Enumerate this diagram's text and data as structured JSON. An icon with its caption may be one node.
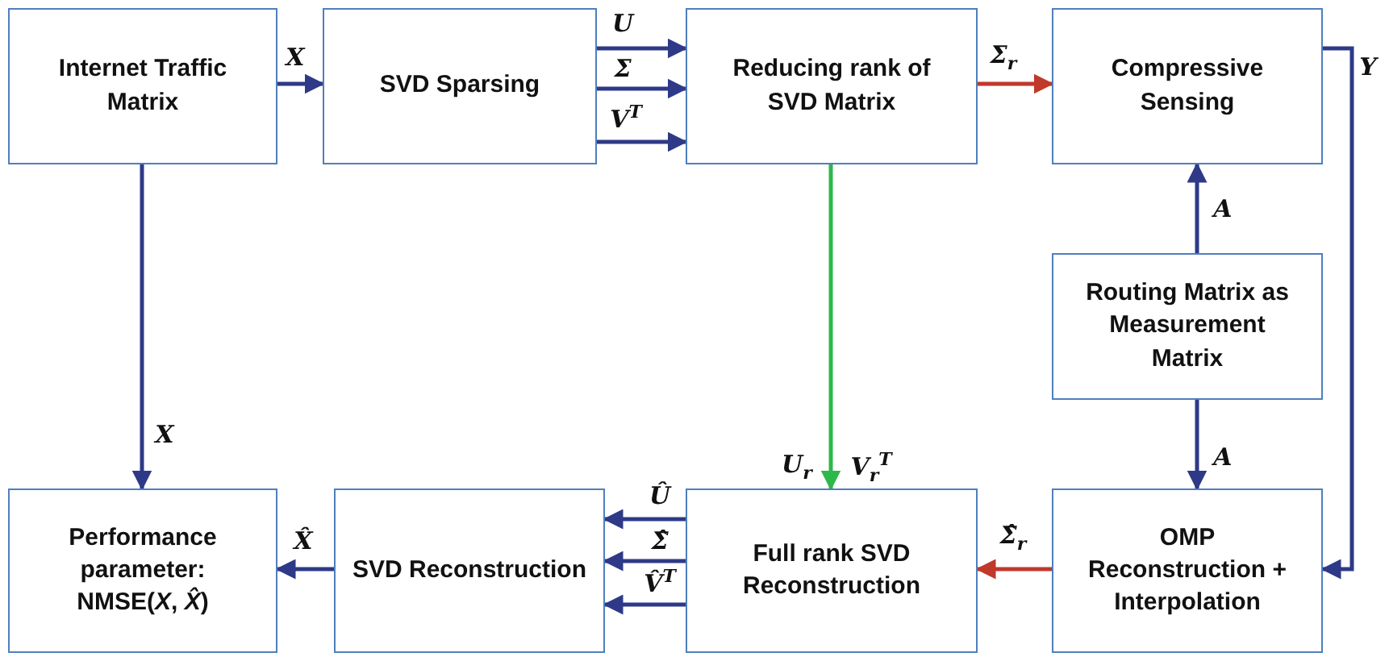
{
  "diagram": {
    "nodes": [
      {
        "text": [
          "Internet Traffic Matrix"
        ]
      },
      {
        "text": [
          "SVD Sparsing"
        ]
      },
      {
        "text": [
          "Reducing rank of SVD Matrix"
        ]
      },
      {
        "text": [
          "Compressive Sensing"
        ]
      },
      {
        "text": [
          "Routing Matrix as Measurement Matrix"
        ]
      },
      {
        "text": [
          "Performance parameter: NMSE(*X*, *X̂*)"
        ]
      },
      {
        "text": [
          "SVD Reconstruction"
        ]
      },
      {
        "text": [
          "Full rank SVD Reconstruction"
        ]
      },
      {
        "text": [
          "OMP Reconstruction + Interpolation"
        ]
      }
    ],
    "edges": [
      {
        "from": 0,
        "to": 1,
        "arrow": "to",
        "label": "X"
      },
      {
        "from": 1,
        "to": 2,
        "arrow": "to",
        "label": "U"
      },
      {
        "from": 1,
        "to": 2,
        "arrow": "to",
        "label": "Σ"
      },
      {
        "from": 1,
        "to": 2,
        "arrow": "to",
        "label": "V$^{T}$"
      },
      {
        "from": 2,
        "to": 3,
        "arrow": "to",
        "label": "Σ$_{r}$",
        "color": "#c0392b"
      },
      {
        "from": 3,
        "to": 8,
        "arrow": "to",
        "label": "Y"
      },
      {
        "from": 4,
        "to": 3,
        "arrow": "to",
        "label": "A"
      },
      {
        "from": 4,
        "to": 8,
        "arrow": "to",
        "label": "A"
      },
      {
        "from": 2,
        "to": 7,
        "arrow": "to",
        "color": "#2eb84a"
      },
      {
        "from": 0,
        "to": 5,
        "arrow": "to",
        "label": "X"
      },
      {
        "from": 8,
        "to": 7,
        "arrow": "to",
        "label": "Σ̂$_{r}$",
        "color": "#c0392b"
      },
      {
        "from": 7,
        "to": 6,
        "arrow": "to",
        "label": "Û"
      },
      {
        "from": 7,
        "to": 6,
        "arrow": "to",
        "label": "Σ̂"
      },
      {
        "from": 7,
        "to": 6,
        "arrow": "to",
        "label": "V̂$^{T}$"
      },
      {
        "from": 6,
        "to": 5,
        "arrow": "to",
        "label": "X̂"
      }
    ],
    "labels": [
      "U$_{r}$",
      "V$_{r}$$^{T}$"
    ]
  }
}
